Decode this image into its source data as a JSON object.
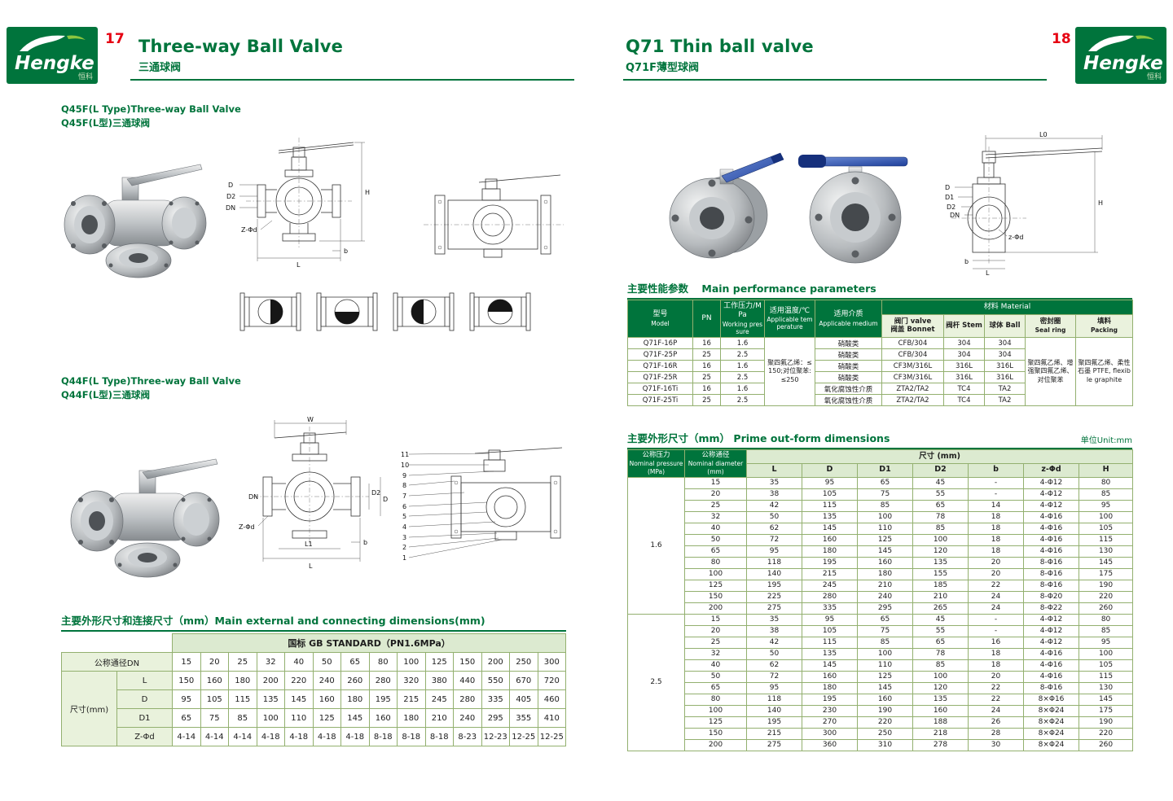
{
  "header": {
    "left": {
      "page_number": "17",
      "title_en": "Three-way Ball Valve",
      "title_cn": "三通球阀"
    },
    "right": {
      "page_number": "18",
      "title_en": "Q71 Thin ball valve",
      "title_cn": "Q71F薄型球阀"
    },
    "logo": {
      "name": "Hengke",
      "cn": "恒科"
    }
  },
  "colors": {
    "brand_green": "#00743c",
    "accent_red": "#e60012",
    "table_header_light": "#dcead0"
  },
  "left_page": {
    "section_q45f": {
      "heading_en": "Q45F(L Type)Three-way Ball Valve",
      "heading_cn": "Q45F(L型)三通球阀"
    },
    "section_q44f": {
      "heading_en": "Q44F(L Type)Three-way Ball Valve",
      "heading_cn": "Q44F(L型)三通球阀"
    },
    "dim_table": {
      "title": "主要外形尺寸和连接尺寸（mm）Main external and connecting dimensions(mm)",
      "standard_header": "国标 GB STANDARD（PN1.6MPa）",
      "dn_label": "公称通径DN",
      "size_label": "尺寸(mm)",
      "dn": [
        "15",
        "20",
        "25",
        "32",
        "40",
        "50",
        "65",
        "80",
        "100",
        "125",
        "150",
        "200",
        "250",
        "300"
      ],
      "rows": [
        {
          "label": "L",
          "values": [
            "150",
            "160",
            "180",
            "200",
            "220",
            "240",
            "260",
            "280",
            "320",
            "380",
            "440",
            "550",
            "670",
            "720"
          ]
        },
        {
          "label": "D",
          "values": [
            "95",
            "105",
            "115",
            "135",
            "145",
            "160",
            "180",
            "195",
            "215",
            "245",
            "280",
            "335",
            "405",
            "460"
          ]
        },
        {
          "label": "D1",
          "values": [
            "65",
            "75",
            "85",
            "100",
            "110",
            "125",
            "145",
            "160",
            "180",
            "210",
            "240",
            "295",
            "355",
            "410"
          ]
        },
        {
          "label": "Z-Φd",
          "values": [
            "4-14",
            "4-14",
            "4-14",
            "4-18",
            "4-18",
            "4-18",
            "4-18",
            "8-18",
            "8-18",
            "8-18",
            "8-23",
            "12-23",
            "12-25",
            "12-25"
          ]
        }
      ]
    }
  },
  "right_page": {
    "perf_table": {
      "title_cn": "主要性能参数",
      "title_en": "Main performance parameters",
      "headers": {
        "model_cn": "型号",
        "model_en": "Model",
        "pn": "PN",
        "pressure_cn": "工作压力/MPa",
        "pressure_en": "Working pressure",
        "temp_cn": "适用温度/℃",
        "temp_en": "Applicable temperature",
        "medium_cn": "适用介质",
        "medium_en": "Applicable medium",
        "material": "材料 Material",
        "bonnet_l1": "阀门 valve",
        "bonnet_l2": "阀盖 Bonnet",
        "stem": "阀杆 Stem",
        "ball": "球体 Ball",
        "seal_cn": "密封圈",
        "seal_en": "Seal ring",
        "packing_cn": "填料",
        "packing_en": "Packing"
      },
      "temperature_note": "聚四氟乙烯：≤150;对位聚苯:≤250",
      "seal_note": "聚四氟乙烯、增强聚四氟乙烯、对位聚苯",
      "packing_note": "聚四氟乙烯、柔性石墨 PTFE, flexible graphite",
      "rows": [
        {
          "model": "Q71F-16P",
          "pn": "16",
          "pressure": "1.6",
          "medium": "硝酸类",
          "bonnet": "CFB/304",
          "stem": "304",
          "ball": "304"
        },
        {
          "model": "Q71F-25P",
          "pn": "25",
          "pressure": "2.5",
          "medium": "硝酸类",
          "bonnet": "CFB/304",
          "stem": "304",
          "ball": "304"
        },
        {
          "model": "Q71F-16R",
          "pn": "16",
          "pressure": "1.6",
          "medium": "硝酸类",
          "bonnet": "CF3M/316L",
          "stem": "316L",
          "ball": "316L"
        },
        {
          "model": "Q71F-25R",
          "pn": "25",
          "pressure": "2.5",
          "medium": "硝酸类",
          "bonnet": "CF3M/316L",
          "stem": "316L",
          "ball": "316L"
        },
        {
          "model": "Q71F-16Ti",
          "pn": "16",
          "pressure": "1.6",
          "medium": "氧化腐蚀性介质",
          "bonnet": "ZTA2/TA2",
          "stem": "TC4",
          "ball": "TA2"
        },
        {
          "model": "Q71F-25Ti",
          "pn": "25",
          "pressure": "2.5",
          "medium": "氧化腐蚀性介质",
          "bonnet": "ZTA2/TA2",
          "stem": "TC4",
          "ball": "TA2"
        }
      ]
    },
    "out_table": {
      "title_cn": "主要外形尺寸（mm）",
      "title_en": "Prime out-form dimensions",
      "unit_note": "单位Unit:mm",
      "headers": {
        "pressure": [
          "公称压力",
          "Nominal pressure",
          "(MPa)"
        ],
        "diameter": [
          "公称通径",
          "Nominal diameter",
          "(mm)"
        ],
        "size_span": "尺寸 (mm)",
        "cols": [
          "L",
          "D",
          "D1",
          "D2",
          "b",
          "z-Φd",
          "H"
        ]
      },
      "groups": [
        {
          "pressure": "1.6",
          "rows": [
            [
              "15",
              "35",
              "95",
              "65",
              "45",
              "-",
              "4-Φ12",
              "80"
            ],
            [
              "20",
              "38",
              "105",
              "75",
              "55",
              "-",
              "4-Φ12",
              "85"
            ],
            [
              "25",
              "42",
              "115",
              "85",
              "65",
              "14",
              "4-Φ12",
              "95"
            ],
            [
              "32",
              "50",
              "135",
              "100",
              "78",
              "18",
              "4-Φ16",
              "100"
            ],
            [
              "40",
              "62",
              "145",
              "110",
              "85",
              "18",
              "4-Φ16",
              "105"
            ],
            [
              "50",
              "72",
              "160",
              "125",
              "100",
              "18",
              "4-Φ16",
              "115"
            ],
            [
              "65",
              "95",
              "180",
              "145",
              "120",
              "18",
              "4-Φ16",
              "130"
            ],
            [
              "80",
              "118",
              "195",
              "160",
              "135",
              "20",
              "8-Φ16",
              "145"
            ],
            [
              "100",
              "140",
              "215",
              "180",
              "155",
              "20",
              "8-Φ16",
              "175"
            ],
            [
              "125",
              "195",
              "245",
              "210",
              "185",
              "22",
              "8-Φ16",
              "190"
            ],
            [
              "150",
              "225",
              "280",
              "240",
              "210",
              "24",
              "8-Φ20",
              "220"
            ],
            [
              "200",
              "275",
              "335",
              "295",
              "265",
              "24",
              "8-Φ22",
              "260"
            ]
          ]
        },
        {
          "pressure": "2.5",
          "rows": [
            [
              "15",
              "35",
              "95",
              "65",
              "45",
              "-",
              "4-Φ12",
              "80"
            ],
            [
              "20",
              "38",
              "105",
              "75",
              "55",
              "-",
              "4-Φ12",
              "85"
            ],
            [
              "25",
              "42",
              "115",
              "85",
              "65",
              "16",
              "4-Φ12",
              "95"
            ],
            [
              "32",
              "50",
              "135",
              "100",
              "78",
              "18",
              "4-Φ16",
              "100"
            ],
            [
              "40",
              "62",
              "145",
              "110",
              "85",
              "18",
              "4-Φ16",
              "105"
            ],
            [
              "50",
              "72",
              "160",
              "125",
              "100",
              "20",
              "4-Φ16",
              "115"
            ],
            [
              "65",
              "95",
              "180",
              "145",
              "120",
              "22",
              "8-Φ16",
              "130"
            ],
            [
              "80",
              "118",
              "195",
              "160",
              "135",
              "22",
              "8×Φ16",
              "145"
            ],
            [
              "100",
              "140",
              "230",
              "190",
              "160",
              "24",
              "8×Φ24",
              "175"
            ],
            [
              "125",
              "195",
              "270",
              "220",
              "188",
              "26",
              "8×Φ24",
              "190"
            ],
            [
              "150",
              "215",
              "300",
              "250",
              "218",
              "28",
              "8×Φ24",
              "220"
            ],
            [
              "200",
              "275",
              "360",
              "310",
              "278",
              "30",
              "8×Φ24",
              "260"
            ]
          ]
        }
      ]
    }
  },
  "drawings": {
    "q45f_front": [
      "H",
      "D",
      "D2",
      "DN",
      "Z-Φd",
      "L",
      "b"
    ],
    "q44f_front": [
      "W",
      "DN",
      "D2",
      "D",
      "L1",
      "L",
      "b",
      "Z-Φd"
    ],
    "q44f_parts": [
      "11",
      "10",
      "9",
      "8",
      "7",
      "6",
      "5",
      "4",
      "3",
      "2",
      "1"
    ],
    "q71_section": [
      "L0",
      "H",
      "D",
      "D1",
      "D2",
      "DN",
      "z-Φd",
      "b",
      "L"
    ]
  }
}
